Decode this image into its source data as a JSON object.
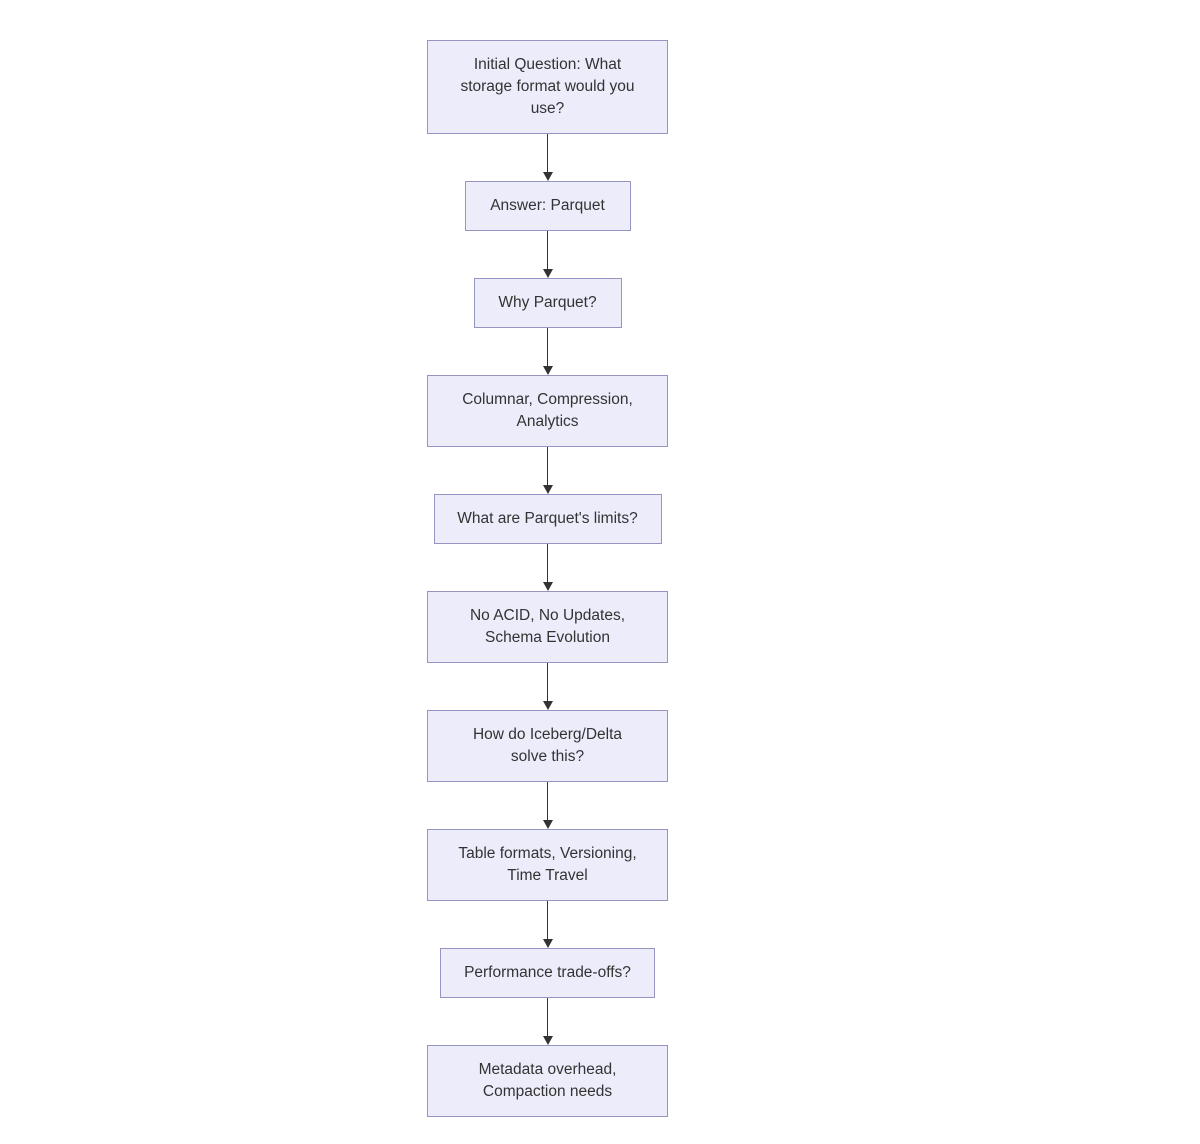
{
  "diagram": {
    "type": "flowchart",
    "direction": "top-down",
    "colors": {
      "background": "#ffffff",
      "node_fill": "#ececfb",
      "node_border": "#9695c2",
      "text": "#333333",
      "arrow": "#333333"
    },
    "nodes": [
      {
        "id": "initial-question",
        "lines": [
          "Initial Question: What",
          "storage format would you",
          "use?"
        ]
      },
      {
        "id": "answer-parquet",
        "lines": [
          "Answer: Parquet"
        ]
      },
      {
        "id": "why-parquet",
        "lines": [
          "Why Parquet?"
        ]
      },
      {
        "id": "parquet-benefits",
        "lines": [
          "Columnar, Compression,",
          "Analytics"
        ]
      },
      {
        "id": "parquet-limits-question",
        "lines": [
          "What are Parquet's limits?"
        ]
      },
      {
        "id": "parquet-limits",
        "lines": [
          "No ACID, No Updates,",
          "Schema Evolution"
        ]
      },
      {
        "id": "iceberg-delta-question",
        "lines": [
          "How do Iceberg/Delta",
          "solve this?"
        ]
      },
      {
        "id": "iceberg-delta-solution",
        "lines": [
          "Table formats, Versioning,",
          "Time Travel"
        ]
      },
      {
        "id": "performance-question",
        "lines": [
          "Performance trade-offs?"
        ]
      },
      {
        "id": "performance-answer",
        "lines": [
          "Metadata overhead,",
          "Compaction needs"
        ]
      }
    ],
    "edges": [
      {
        "from": "initial-question",
        "to": "answer-parquet"
      },
      {
        "from": "answer-parquet",
        "to": "why-parquet"
      },
      {
        "from": "why-parquet",
        "to": "parquet-benefits"
      },
      {
        "from": "parquet-benefits",
        "to": "parquet-limits-question"
      },
      {
        "from": "parquet-limits-question",
        "to": "parquet-limits"
      },
      {
        "from": "parquet-limits",
        "to": "iceberg-delta-question"
      },
      {
        "from": "iceberg-delta-question",
        "to": "iceberg-delta-solution"
      },
      {
        "from": "iceberg-delta-solution",
        "to": "performance-question"
      },
      {
        "from": "performance-question",
        "to": "performance-answer"
      }
    ]
  }
}
